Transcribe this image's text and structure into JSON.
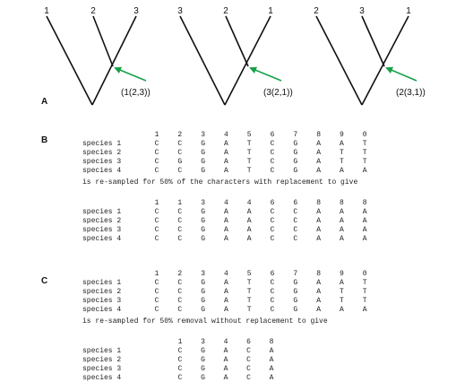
{
  "trees": [
    {
      "leaves": [
        "1",
        "2",
        "3"
      ],
      "newick": "(1(2,3))"
    },
    {
      "leaves": [
        "3",
        "2",
        "1"
      ],
      "newick": "(3(2,1))"
    },
    {
      "leaves": [
        "2",
        "3",
        "1"
      ],
      "newick": "(2(3,1))"
    }
  ],
  "panels": {
    "a": "A",
    "b": "B",
    "c": "C"
  },
  "matrix_b_original": {
    "columns": [
      "1",
      "2",
      "3",
      "4",
      "5",
      "6",
      "7",
      "8",
      "9",
      "0"
    ],
    "rows": [
      {
        "name": "species 1",
        "cells": [
          "C",
          "C",
          "G",
          "A",
          "T",
          "C",
          "G",
          "A",
          "A",
          "T"
        ]
      },
      {
        "name": "species 2",
        "cells": [
          "C",
          "C",
          "G",
          "A",
          "T",
          "C",
          "G",
          "A",
          "T",
          "T"
        ]
      },
      {
        "name": "species 3",
        "cells": [
          "C",
          "G",
          "G",
          "A",
          "T",
          "C",
          "G",
          "A",
          "T",
          "T"
        ]
      },
      {
        "name": "species 4",
        "cells": [
          "C",
          "C",
          "G",
          "A",
          "T",
          "C",
          "G",
          "A",
          "A",
          "A"
        ]
      }
    ]
  },
  "sentence_b": "is re-sampled for 50% of the characters with replacement to give",
  "matrix_b_resampled": {
    "columns": [
      "1",
      "1",
      "3",
      "4",
      "4",
      "6",
      "6",
      "8",
      "8",
      "8"
    ],
    "rows": [
      {
        "name": "species 1",
        "cells": [
          "C",
          "C",
          "G",
          "A",
          "A",
          "C",
          "C",
          "A",
          "A",
          "A"
        ]
      },
      {
        "name": "species 2",
        "cells": [
          "C",
          "C",
          "G",
          "A",
          "A",
          "C",
          "C",
          "A",
          "A",
          "A"
        ]
      },
      {
        "name": "species 3",
        "cells": [
          "C",
          "C",
          "G",
          "A",
          "A",
          "C",
          "C",
          "A",
          "A",
          "A"
        ]
      },
      {
        "name": "species 4",
        "cells": [
          "C",
          "C",
          "G",
          "A",
          "A",
          "C",
          "C",
          "A",
          "A",
          "A"
        ]
      }
    ]
  },
  "matrix_c_original": {
    "columns": [
      "1",
      "2",
      "3",
      "4",
      "5",
      "6",
      "7",
      "8",
      "9",
      "0"
    ],
    "rows": [
      {
        "name": "species 1",
        "cells": [
          "C",
          "C",
          "G",
          "A",
          "T",
          "C",
          "G",
          "A",
          "A",
          "T"
        ]
      },
      {
        "name": "species 2",
        "cells": [
          "C",
          "C",
          "G",
          "A",
          "T",
          "C",
          "G",
          "A",
          "T",
          "T"
        ]
      },
      {
        "name": "species 3",
        "cells": [
          "C",
          "C",
          "G",
          "A",
          "T",
          "C",
          "G",
          "A",
          "T",
          "T"
        ]
      },
      {
        "name": "species 4",
        "cells": [
          "C",
          "C",
          "G",
          "A",
          "T",
          "C",
          "G",
          "A",
          "A",
          "A"
        ]
      }
    ]
  },
  "sentence_c": "is re-sampled for 50% removal without replacement to give",
  "matrix_c_removed": {
    "columns": [
      "1",
      "3",
      "4",
      "6",
      "8"
    ],
    "rows": [
      {
        "name": "species 1",
        "cells": [
          "C",
          "G",
          "A",
          "C",
          "A"
        ]
      },
      {
        "name": "species 2",
        "cells": [
          "C",
          "G",
          "A",
          "C",
          "A"
        ]
      },
      {
        "name": "species 3",
        "cells": [
          "C",
          "G",
          "A",
          "C",
          "A"
        ]
      },
      {
        "name": "species 4",
        "cells": [
          "C",
          "G",
          "A",
          "C",
          "A"
        ]
      }
    ]
  },
  "colors": {
    "arrow": "#18a04a",
    "text": "#111111"
  }
}
